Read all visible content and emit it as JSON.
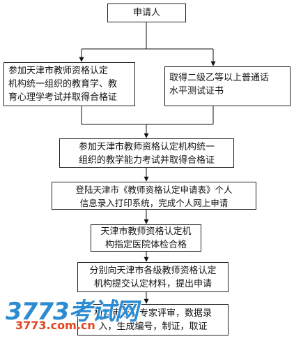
{
  "flowchart": {
    "nodes": [
      {
        "id": "applicant",
        "lines": [
          "申请人"
        ]
      },
      {
        "id": "pedagogy-exam",
        "lines": [
          "参加天津市教师资格认定",
          "机构统一组织的教育学、教",
          "育心理学考试并取得合格证"
        ]
      },
      {
        "id": "mandarin-cert",
        "lines": [
          "取得二级乙等以上普通话",
          "水平测试证书"
        ]
      },
      {
        "id": "teaching-ability-exam",
        "lines": [
          "参加天津市教师资格认定机构统一",
          "组织的教学能力考试并取得合格证"
        ]
      },
      {
        "id": "online-application",
        "lines": [
          "登陆天津市《教师资格认定申请表》个人",
          "信息录入打印系统，完成个人网上申请"
        ]
      },
      {
        "id": "medical-exam",
        "lines": [
          "天津市教师资格认定机",
          "构指定医院体检合格"
        ]
      },
      {
        "id": "submit-materials",
        "lines": [
          "分别向天津市各级教师资格认定",
          "机构提交认定材料，提出申请"
        ]
      },
      {
        "id": "review-certify",
        "lines": [
          "材料审查，专家评审，数据录",
          "入，生成编号，制证，取证"
        ]
      }
    ],
    "edges": [
      [
        "applicant",
        "pedagogy-exam"
      ],
      [
        "applicant",
        "mandarin-cert"
      ],
      [
        "pedagogy-exam",
        "teaching-ability-exam"
      ],
      [
        "mandarin-cert",
        "teaching-ability-exam"
      ],
      [
        "teaching-ability-exam",
        "online-application"
      ],
      [
        "online-application",
        "medical-exam"
      ],
      [
        "medical-exam",
        "submit-materials"
      ],
      [
        "submit-materials",
        "review-certify"
      ]
    ]
  },
  "watermark": {
    "logo_text": "3773考试网",
    "url": "3773.com.cn",
    "color_logo": "#2c8bd1",
    "color_url": "#e0451f"
  }
}
